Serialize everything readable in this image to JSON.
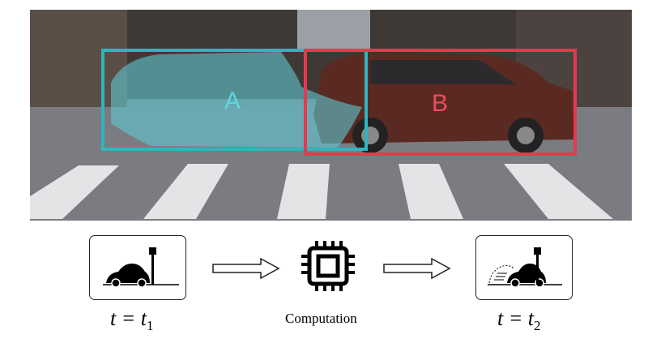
{
  "photo": {
    "regions": [
      {
        "label": "A",
        "color": "#2fb5bd"
      },
      {
        "label": "B",
        "color": "#e8384f"
      }
    ]
  },
  "pipeline": {
    "start_caption": "t = t",
    "start_sub": "1",
    "middle_label": "Computation",
    "end_caption": "t = t",
    "end_sub": "2"
  }
}
